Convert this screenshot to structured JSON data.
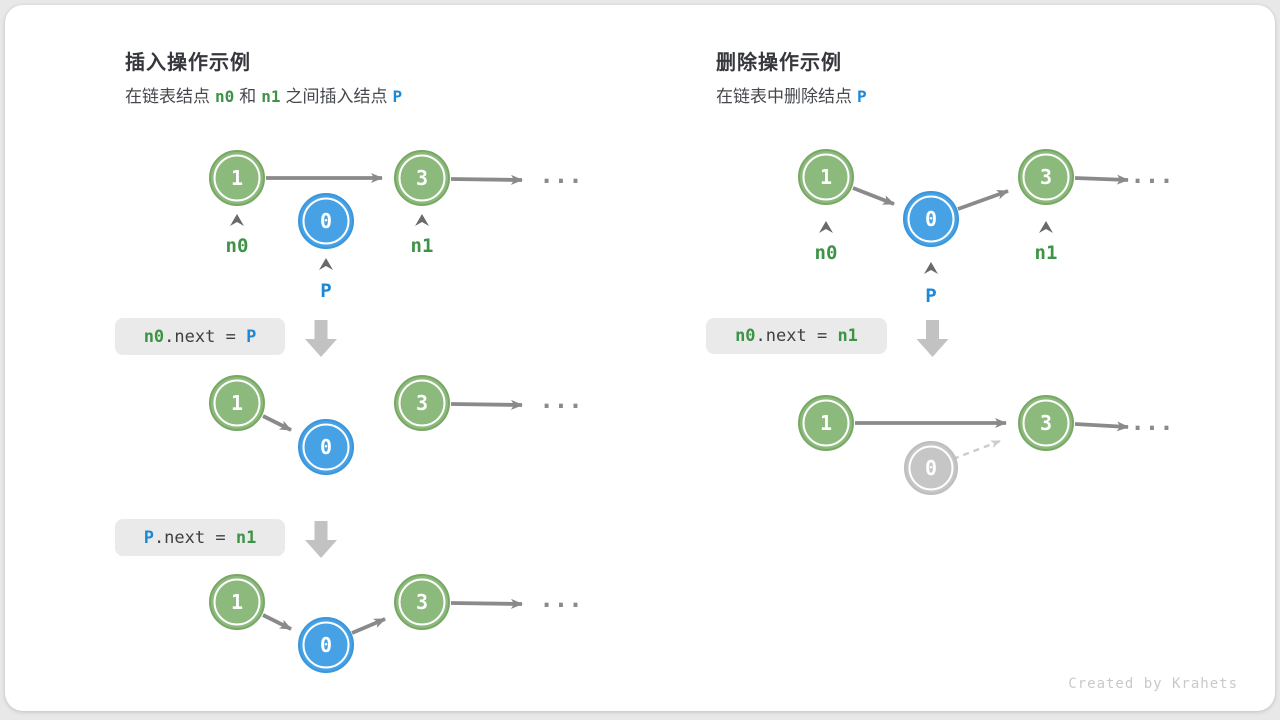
{
  "page": {
    "watermark": "Created by Krahets"
  },
  "colors": {
    "node_green": "#8cb97c",
    "node_blue": "#47a2e5",
    "node_gray": "#c6c6c6",
    "text_green": "#3e9446",
    "text_blue": "#1e88d8",
    "arrow_gray": "#8a8a8a",
    "code_bg": "#eaeaea"
  },
  "insert": {
    "title": "插入操作示例",
    "subtitle": {
      "t1": "在链表结点",
      "n0": "n0",
      "t2": "和",
      "n1": "n1",
      "t3": "之间插入结点",
      "p": "P"
    },
    "nodes": {
      "a": "1",
      "b": "3",
      "p": "0"
    },
    "labels": {
      "n0": "n0",
      "n1": "n1",
      "p": "P"
    },
    "dots": "...",
    "code1": {
      "lhs": "n0",
      "mid": ".next = ",
      "rhs": "P"
    },
    "code2": {
      "lhs": "P",
      "mid": ".next = ",
      "rhs": "n1"
    }
  },
  "delete": {
    "title": "删除操作示例",
    "subtitle": {
      "t1": "在链表中删除结点",
      "p": "P"
    },
    "nodes": {
      "a": "1",
      "b": "3",
      "p": "0"
    },
    "labels": {
      "n0": "n0",
      "n1": "n1",
      "p": "P"
    },
    "dots": "...",
    "code1": {
      "lhs": "n0",
      "mid": ".next = ",
      "rhs": "n1"
    }
  }
}
